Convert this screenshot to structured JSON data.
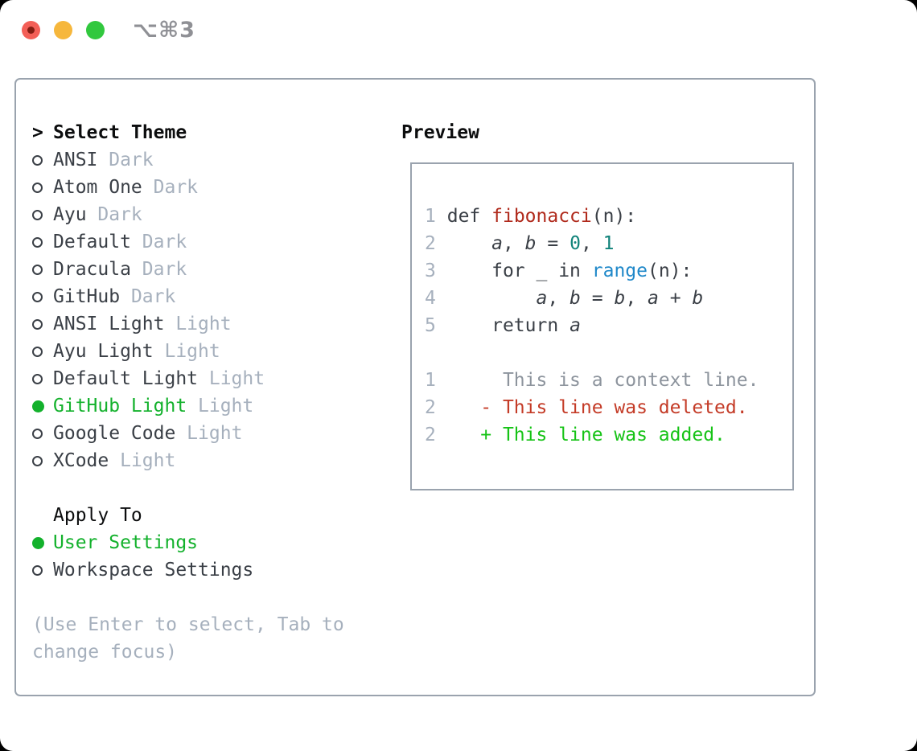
{
  "window": {
    "title": "⌥⌘3",
    "traffic_lights": {
      "close": "close-button",
      "minimize": "minimize-button",
      "zoom": "zoom-button"
    }
  },
  "colors": {
    "selection_green": "#13b12c",
    "diff_added_green": "#16c316",
    "diff_deleted_red": "#c43b27",
    "function_red": "#b02a1c",
    "builtin_blue": "#1f88c9",
    "number_teal": "#11837a",
    "muted_gray": "#a6b0bd",
    "panel_border": "#9aa3ae"
  },
  "theme_panel": {
    "heading_marker": ">",
    "heading": "Select Theme",
    "themes": [
      {
        "name": "ANSI",
        "variant": "Dark",
        "selected": false
      },
      {
        "name": "Atom One",
        "variant": "Dark",
        "selected": false
      },
      {
        "name": "Ayu",
        "variant": "Dark",
        "selected": false
      },
      {
        "name": "Default",
        "variant": "Dark",
        "selected": false
      },
      {
        "name": "Dracula",
        "variant": "Dark",
        "selected": false
      },
      {
        "name": "GitHub",
        "variant": "Dark",
        "selected": false
      },
      {
        "name": "ANSI Light",
        "variant": "Light",
        "selected": false
      },
      {
        "name": "Ayu Light",
        "variant": "Light",
        "selected": false
      },
      {
        "name": "Default Light",
        "variant": "Light",
        "selected": false
      },
      {
        "name": "GitHub Light",
        "variant": "Light",
        "selected": true
      },
      {
        "name": "Google Code",
        "variant": "Light",
        "selected": false
      },
      {
        "name": "XCode",
        "variant": "Light",
        "selected": false
      }
    ],
    "apply_to": {
      "heading": "Apply To",
      "options": [
        {
          "label": "User Settings",
          "selected": true
        },
        {
          "label": "Workspace Settings",
          "selected": false
        }
      ]
    },
    "hint_line1": "(Use Enter to select, Tab to",
    "hint_line2": "change focus)"
  },
  "preview": {
    "heading": "Preview",
    "code_lines": [
      {
        "num": "1",
        "tokens": [
          [
            "p",
            " "
          ],
          [
            "k",
            "def"
          ],
          [
            "p",
            " "
          ],
          [
            "f",
            "fibonacci"
          ],
          [
            "p",
            "(n):"
          ]
        ]
      },
      {
        "num": "2",
        "tokens": [
          [
            "p",
            "     "
          ],
          [
            "v",
            "a"
          ],
          [
            "p",
            ", "
          ],
          [
            "v",
            "b"
          ],
          [
            "p",
            " = "
          ],
          [
            "n",
            "0"
          ],
          [
            "p",
            ", "
          ],
          [
            "n",
            "1"
          ]
        ]
      },
      {
        "num": "3",
        "tokens": [
          [
            "p",
            "     "
          ],
          [
            "k",
            "for"
          ],
          [
            "p",
            " _ "
          ],
          [
            "k",
            "in"
          ],
          [
            "p",
            " "
          ],
          [
            "b",
            "range"
          ],
          [
            "p",
            "(n):"
          ]
        ]
      },
      {
        "num": "4",
        "tokens": [
          [
            "p",
            "         "
          ],
          [
            "v",
            "a"
          ],
          [
            "p",
            ", "
          ],
          [
            "v",
            "b"
          ],
          [
            "p",
            " = "
          ],
          [
            "v",
            "b"
          ],
          [
            "p",
            ", "
          ],
          [
            "v",
            "a"
          ],
          [
            "p",
            " + "
          ],
          [
            "v",
            "b"
          ]
        ]
      },
      {
        "num": "5",
        "tokens": [
          [
            "p",
            "     "
          ],
          [
            "k",
            "return"
          ],
          [
            "p",
            " "
          ],
          [
            "v",
            "a"
          ]
        ]
      },
      {
        "num": "",
        "tokens": []
      },
      {
        "num": "1",
        "tokens": [
          [
            "c",
            "      This is a context line."
          ]
        ]
      },
      {
        "num": "2",
        "tokens": [
          [
            "d",
            "    - This line was deleted."
          ]
        ]
      },
      {
        "num": "2",
        "tokens": [
          [
            "a",
            "    + This line was added."
          ]
        ]
      }
    ]
  }
}
